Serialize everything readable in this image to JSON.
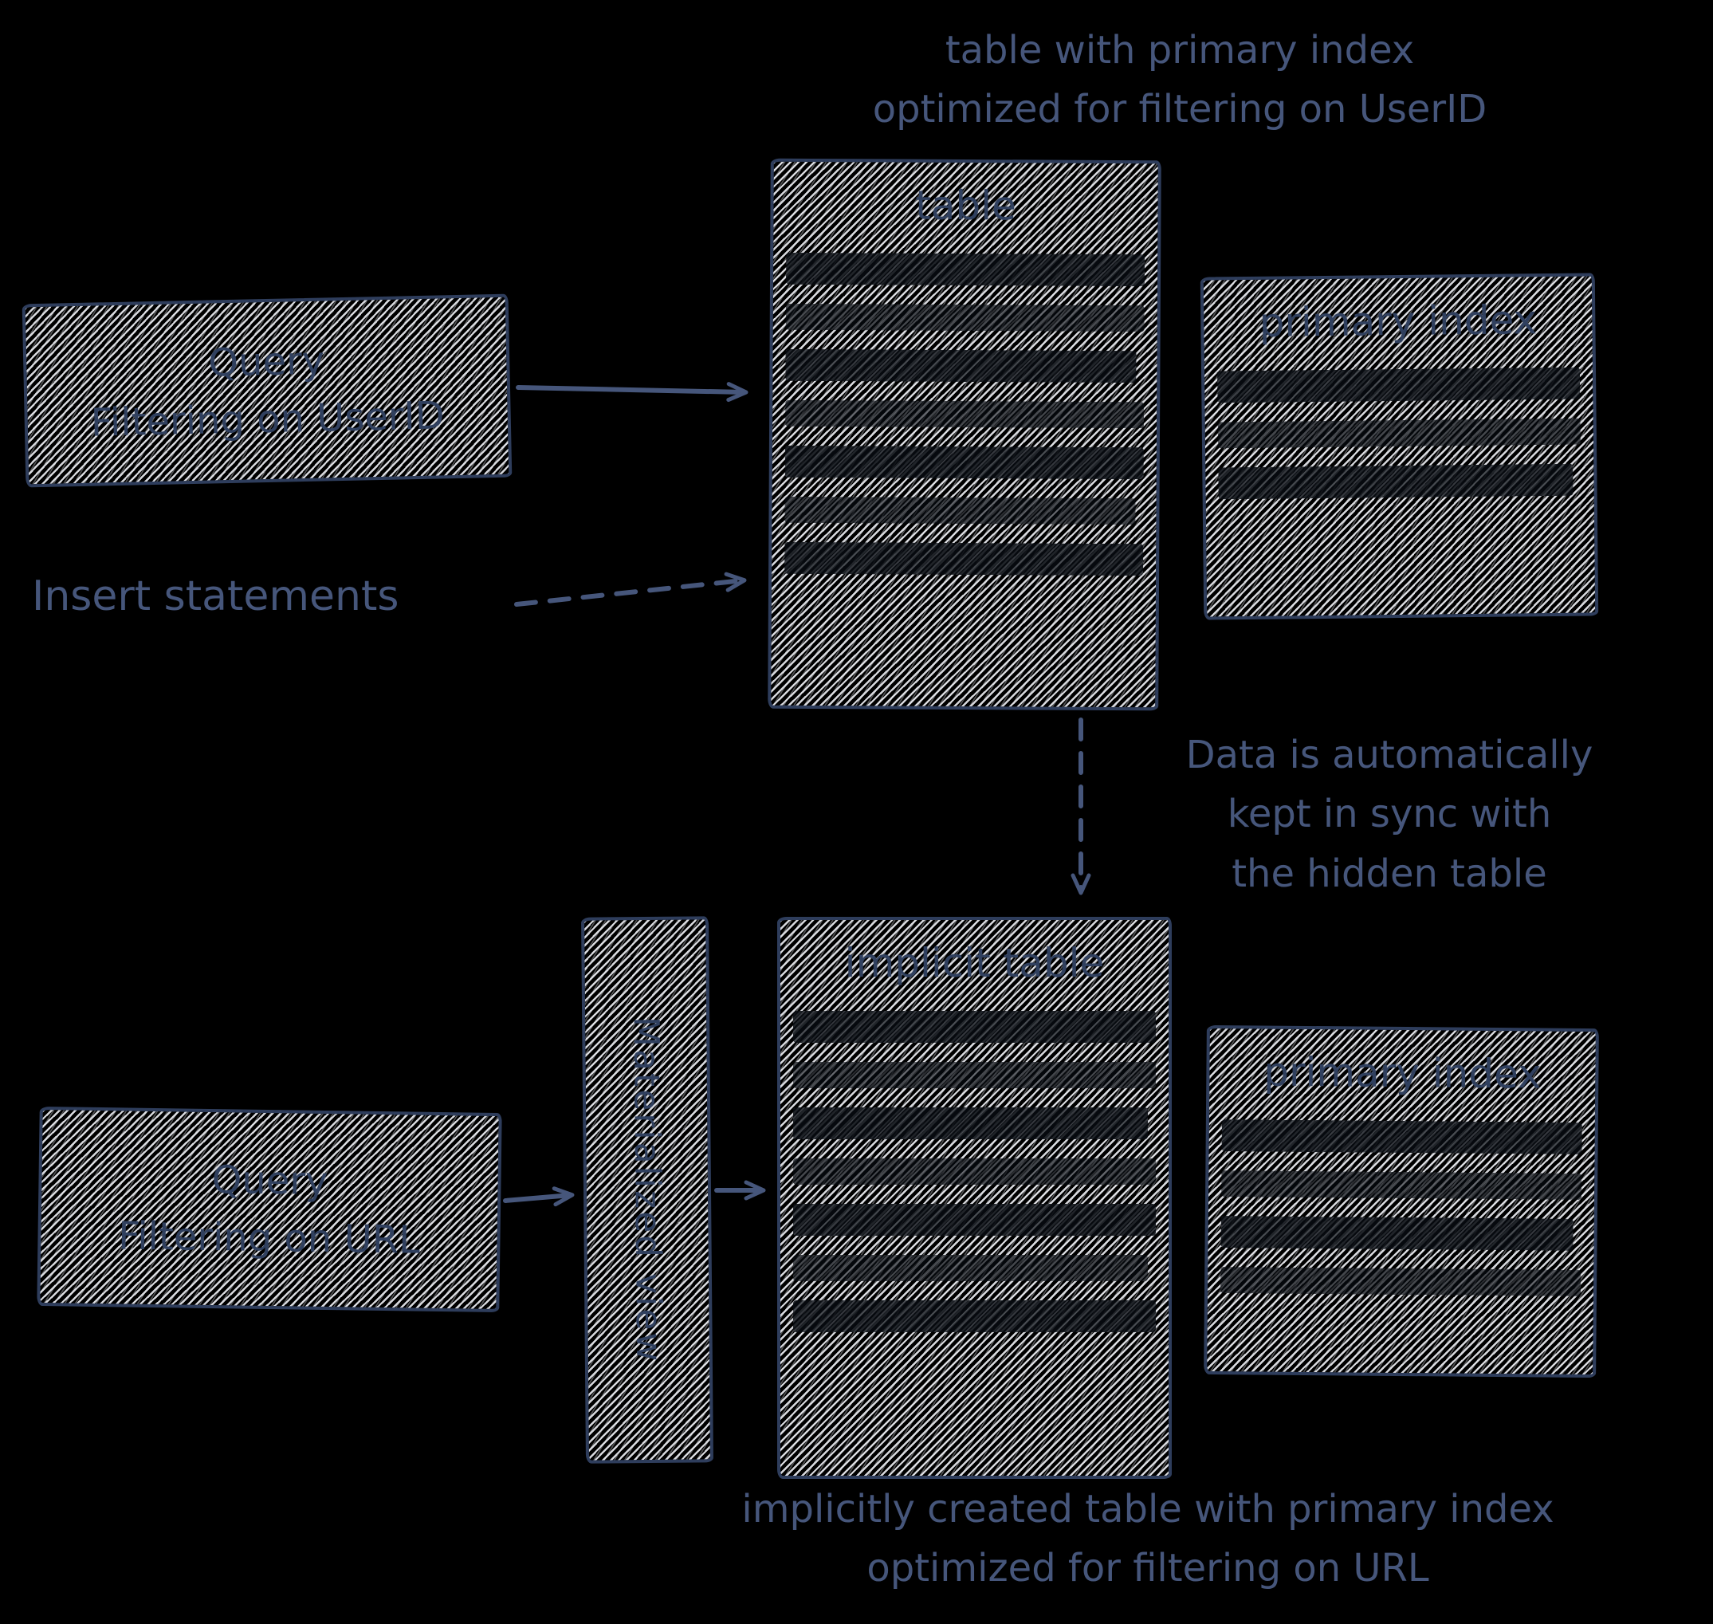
{
  "colors": {
    "background": "#000000",
    "ink": "#46567b",
    "ink_dark": "#30405f",
    "edge": "#2e3d5c",
    "hatch": "#e9ebf0"
  },
  "captions": {
    "top_line1": "table with primary index",
    "top_line2": "optimized for filtering on UserID",
    "insert_label": "Insert statements",
    "sync_line1": "Data is automatically",
    "sync_line2": "kept in sync with",
    "sync_line3": "the hidden table",
    "bottom_line1": "implicitly created table with primary index",
    "bottom_line2": "optimized for filtering on URL"
  },
  "boxes": {
    "query_userid": {
      "line1": "Query",
      "line2": "Filtering on UserID"
    },
    "table": {
      "title": "table",
      "rows": 7
    },
    "primary_index_top": {
      "title": "primary index",
      "rows": 3
    },
    "query_url": {
      "line1": "Query",
      "line2": "Filtering on URL"
    },
    "materialized_view": {
      "label": "Materialized view"
    },
    "implicit_table": {
      "title": "implicit table",
      "rows": 7
    },
    "primary_index_bottom": {
      "title": "primary index",
      "rows": 4
    }
  }
}
